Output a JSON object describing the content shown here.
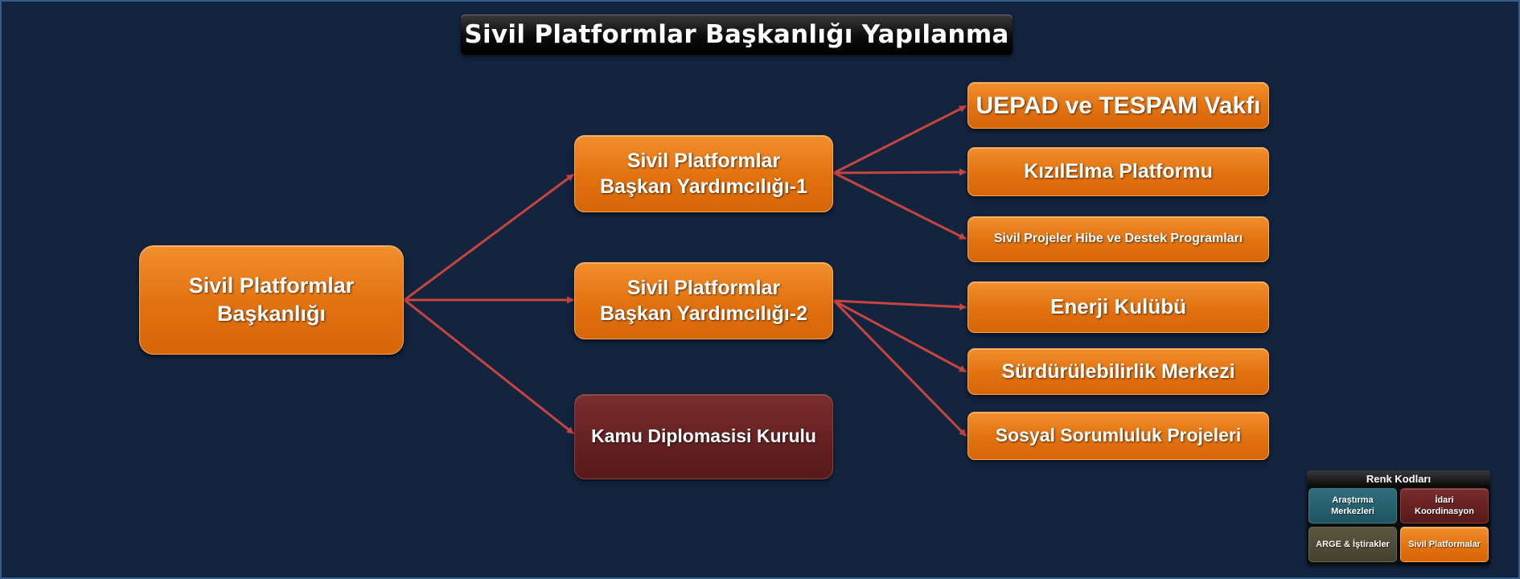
{
  "title": "Sivil Platformlar  Başkanlığı Yapılanma",
  "colors": {
    "background": "#13243f",
    "sivil_platformlar": "#e2710f",
    "idari_koordinasyon": "#642020",
    "arastirma_merkezleri": "#1f5461",
    "arge_istirakler": "#45412d",
    "connector": "#c8443f"
  },
  "nodes": {
    "root": "Sivil Platformlar\nBaşkanlığı",
    "vp1": "Sivil Platformlar\nBaşkan Yardımcılığı-1",
    "vp2": "Sivil Platformlar\nBaşkan Yardımcılığı-2",
    "kamu": "Kamu Diplomasisi Kurulu",
    "uepad": "UEPAD ve TESPAM Vakfı",
    "kizilelma": "KızılElma Platformu",
    "sivil_projeler": "Sivil Projeler Hibe ve Destek Programları",
    "enerji": "Enerji Kulübü",
    "surdurulebilirlik": "Sürdürülebilirlik Merkezi",
    "sosyal": "Sosyal Sorumluluk Projeleri"
  },
  "legend": {
    "title": "Renk Kodları",
    "items": {
      "arastirma": "Araştırma\nMerkezleri",
      "idari": "İdari\nKoordinasyon",
      "arge": "ARGE & İştirakler",
      "sivil": "Sivil Platformalar"
    }
  }
}
